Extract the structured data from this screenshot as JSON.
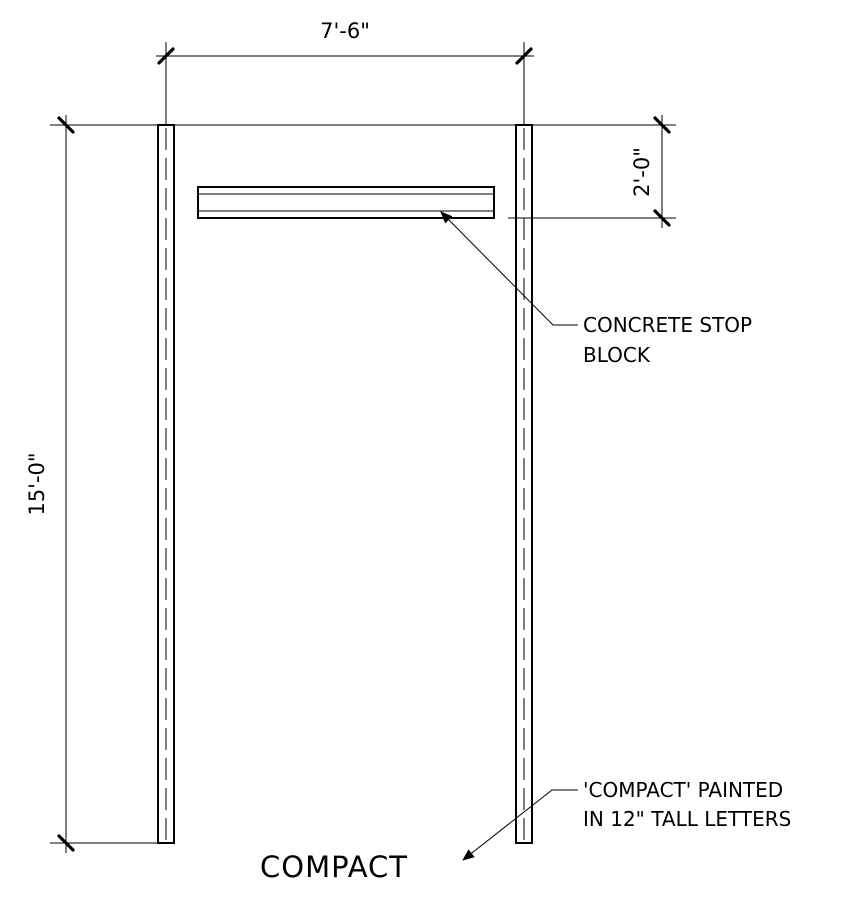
{
  "dimensions": {
    "width": "7'-6\"",
    "length": "15'-0\"",
    "stop_block_offset": "2'-0\""
  },
  "callouts": {
    "stop_block": {
      "line1": "CONCRETE STOP",
      "line2": "BLOCK"
    },
    "paint_note": {
      "line1": "'COMPACT' PAINTED",
      "line2": "IN 12\" TALL LETTERS"
    }
  },
  "pavement_marking": "COMPACT"
}
